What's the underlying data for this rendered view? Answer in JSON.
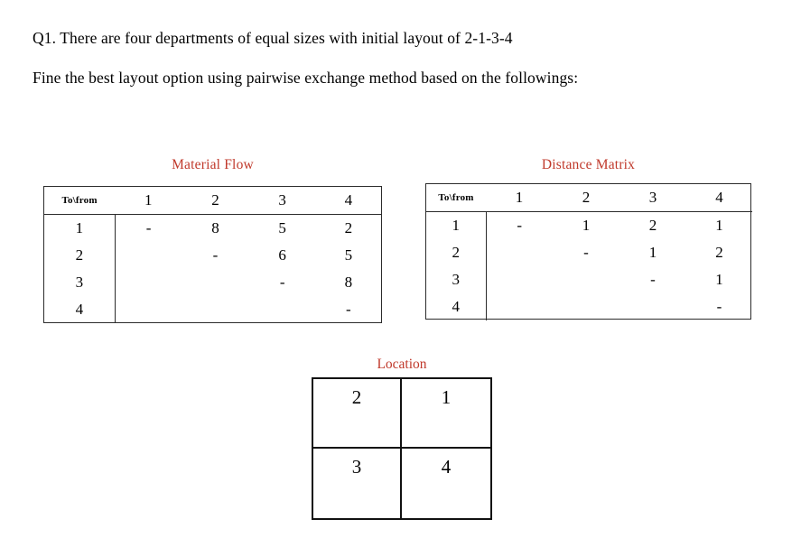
{
  "document": {
    "background_color": "#ffffff",
    "accent_color": "#C0392B",
    "text_color": "#000000"
  },
  "question": {
    "line1": "Q1. There are four departments of equal sizes with initial layout of 2-1-3-4",
    "line2": "Fine the best layout option using pairwise exchange method based on the followings:"
  },
  "material_flow": {
    "title": "Material Flow",
    "corner_header": "To\\from",
    "columns": [
      "1",
      "2",
      "3",
      "4"
    ],
    "row_labels": [
      "1",
      "2",
      "3",
      "4"
    ],
    "rows": [
      [
        "-",
        "8",
        "5",
        "2"
      ],
      [
        "",
        "-",
        "6",
        "5"
      ],
      [
        "",
        "",
        "-",
        "8"
      ],
      [
        "",
        "",
        "",
        "-"
      ]
    ]
  },
  "distance_matrix": {
    "title": "Distance Matrix",
    "corner_header": "To\\from",
    "columns": [
      "1",
      "2",
      "3",
      "4"
    ],
    "row_labels": [
      "1",
      "2",
      "3",
      "4"
    ],
    "rows": [
      [
        "-",
        "1",
        "2",
        "1"
      ],
      [
        "",
        "-",
        "1",
        "2"
      ],
      [
        "",
        "",
        "-",
        "1"
      ],
      [
        "",
        "",
        "",
        "-"
      ]
    ]
  },
  "location": {
    "title": "Location",
    "cells": [
      "2",
      "1",
      "3",
      "4"
    ]
  }
}
